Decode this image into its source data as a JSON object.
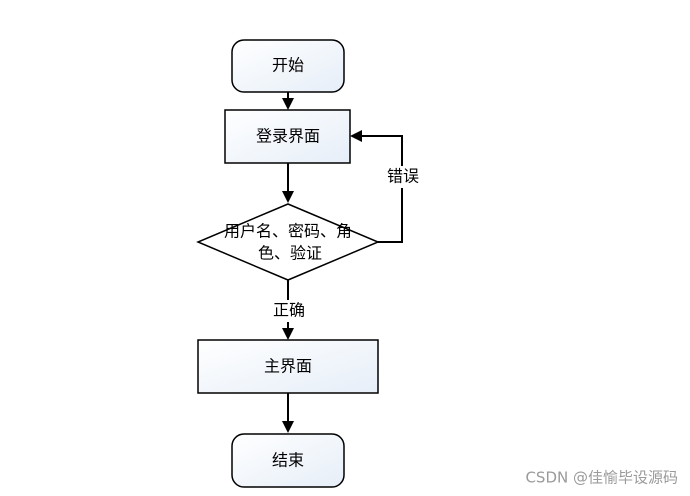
{
  "nodes": {
    "start": "开始",
    "login": "登录界面",
    "check_line1": "用户名、密码、角",
    "check_line2": "色、验证",
    "main": "主界面",
    "end": "结束"
  },
  "edges": {
    "error": "错误",
    "correct": "正确"
  },
  "watermark": "CSDN @佳愉毕设源码"
}
